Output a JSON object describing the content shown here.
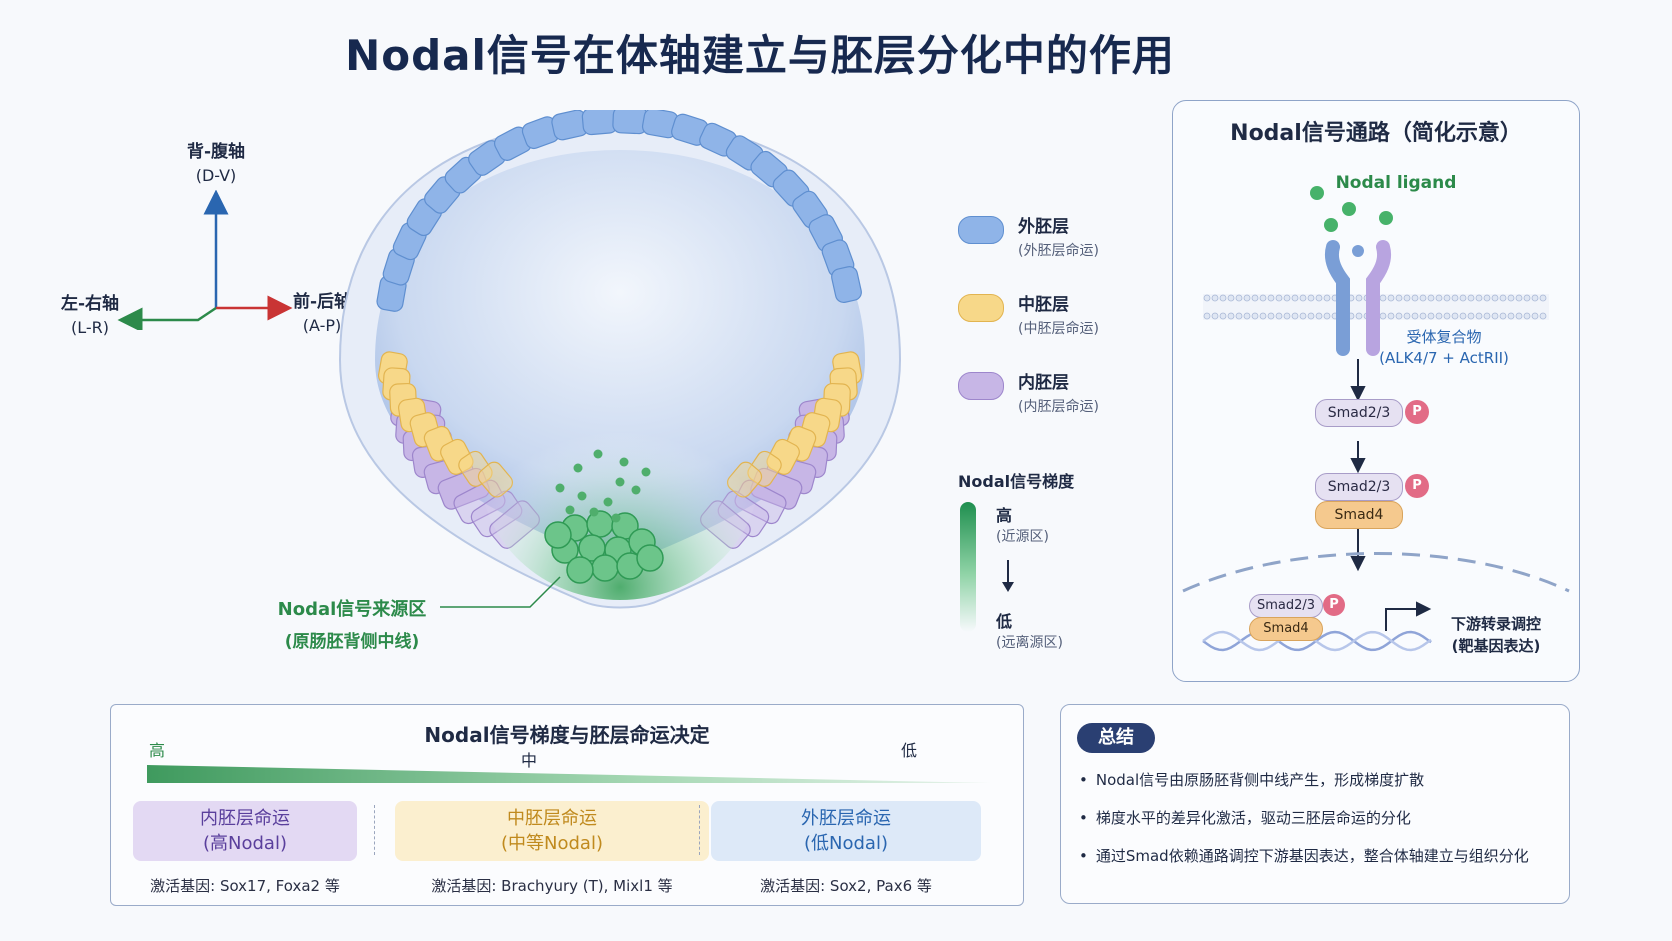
{
  "title": "Nodal信号在体轴建立与胚层分化中的作用",
  "axes": {
    "dv_label": "背-腹轴",
    "dv_code": "(D-V)",
    "lr_label": "左-右轴",
    "lr_code": "(L-R)",
    "ap_label": "前-后轴",
    "ap_code": "(A-P)"
  },
  "source": {
    "label": "Nodal信号来源区",
    "sub": "(原肠胚背侧中线)"
  },
  "legend": {
    "items": [
      {
        "name": "外胚层",
        "sub": "(外胚层命运)",
        "color": "#8fb4e8"
      },
      {
        "name": "中胚层",
        "sub": "(中胚层命运)",
        "color": "#f7d889"
      },
      {
        "name": "内胚层",
        "sub": "(内胚层命运)",
        "color": "#c7b6e6"
      }
    ],
    "gradient_title": "Nodal信号梯度",
    "high": "高",
    "high_sub": "(近源区)",
    "low": "低",
    "low_sub": "(远离源区)"
  },
  "pathway": {
    "title": "Nodal信号通路（简化示意）",
    "ligand": "Nodal ligand",
    "receptor": "受体复合物",
    "receptor_code": "(ALK4/7 + ActRII)",
    "smad23": "Smad2/3",
    "smad4": "Smad4",
    "p": "P",
    "downstream": "下游转录调控",
    "downstream_sub": "(靶基因表达)"
  },
  "fate": {
    "title": "Nodal信号梯度与胚层命运决定",
    "high": "高",
    "mid": "中",
    "low": "低",
    "boxes": [
      {
        "name": "内胚层命运",
        "level": "(高Nodal)",
        "genes": "激活基因: Sox17, Foxa2 等"
      },
      {
        "name": "中胚层命运",
        "level": "(中等Nodal)",
        "genes": "激活基因: Brachyury (T), Mixl1 等"
      },
      {
        "name": "外胚层命运",
        "level": "(低Nodal)",
        "genes": "激活基因: Sox2, Pax6 等"
      }
    ]
  },
  "summary": {
    "badge": "总结",
    "items": [
      "Nodal信号由原肠胚背侧中线产生，形成梯度扩散",
      "梯度水平的差异化激活，驱动三胚层命运的分化",
      "通过Smad依赖通路调控下游基因表达，整合体轴建立与组织分化"
    ]
  }
}
